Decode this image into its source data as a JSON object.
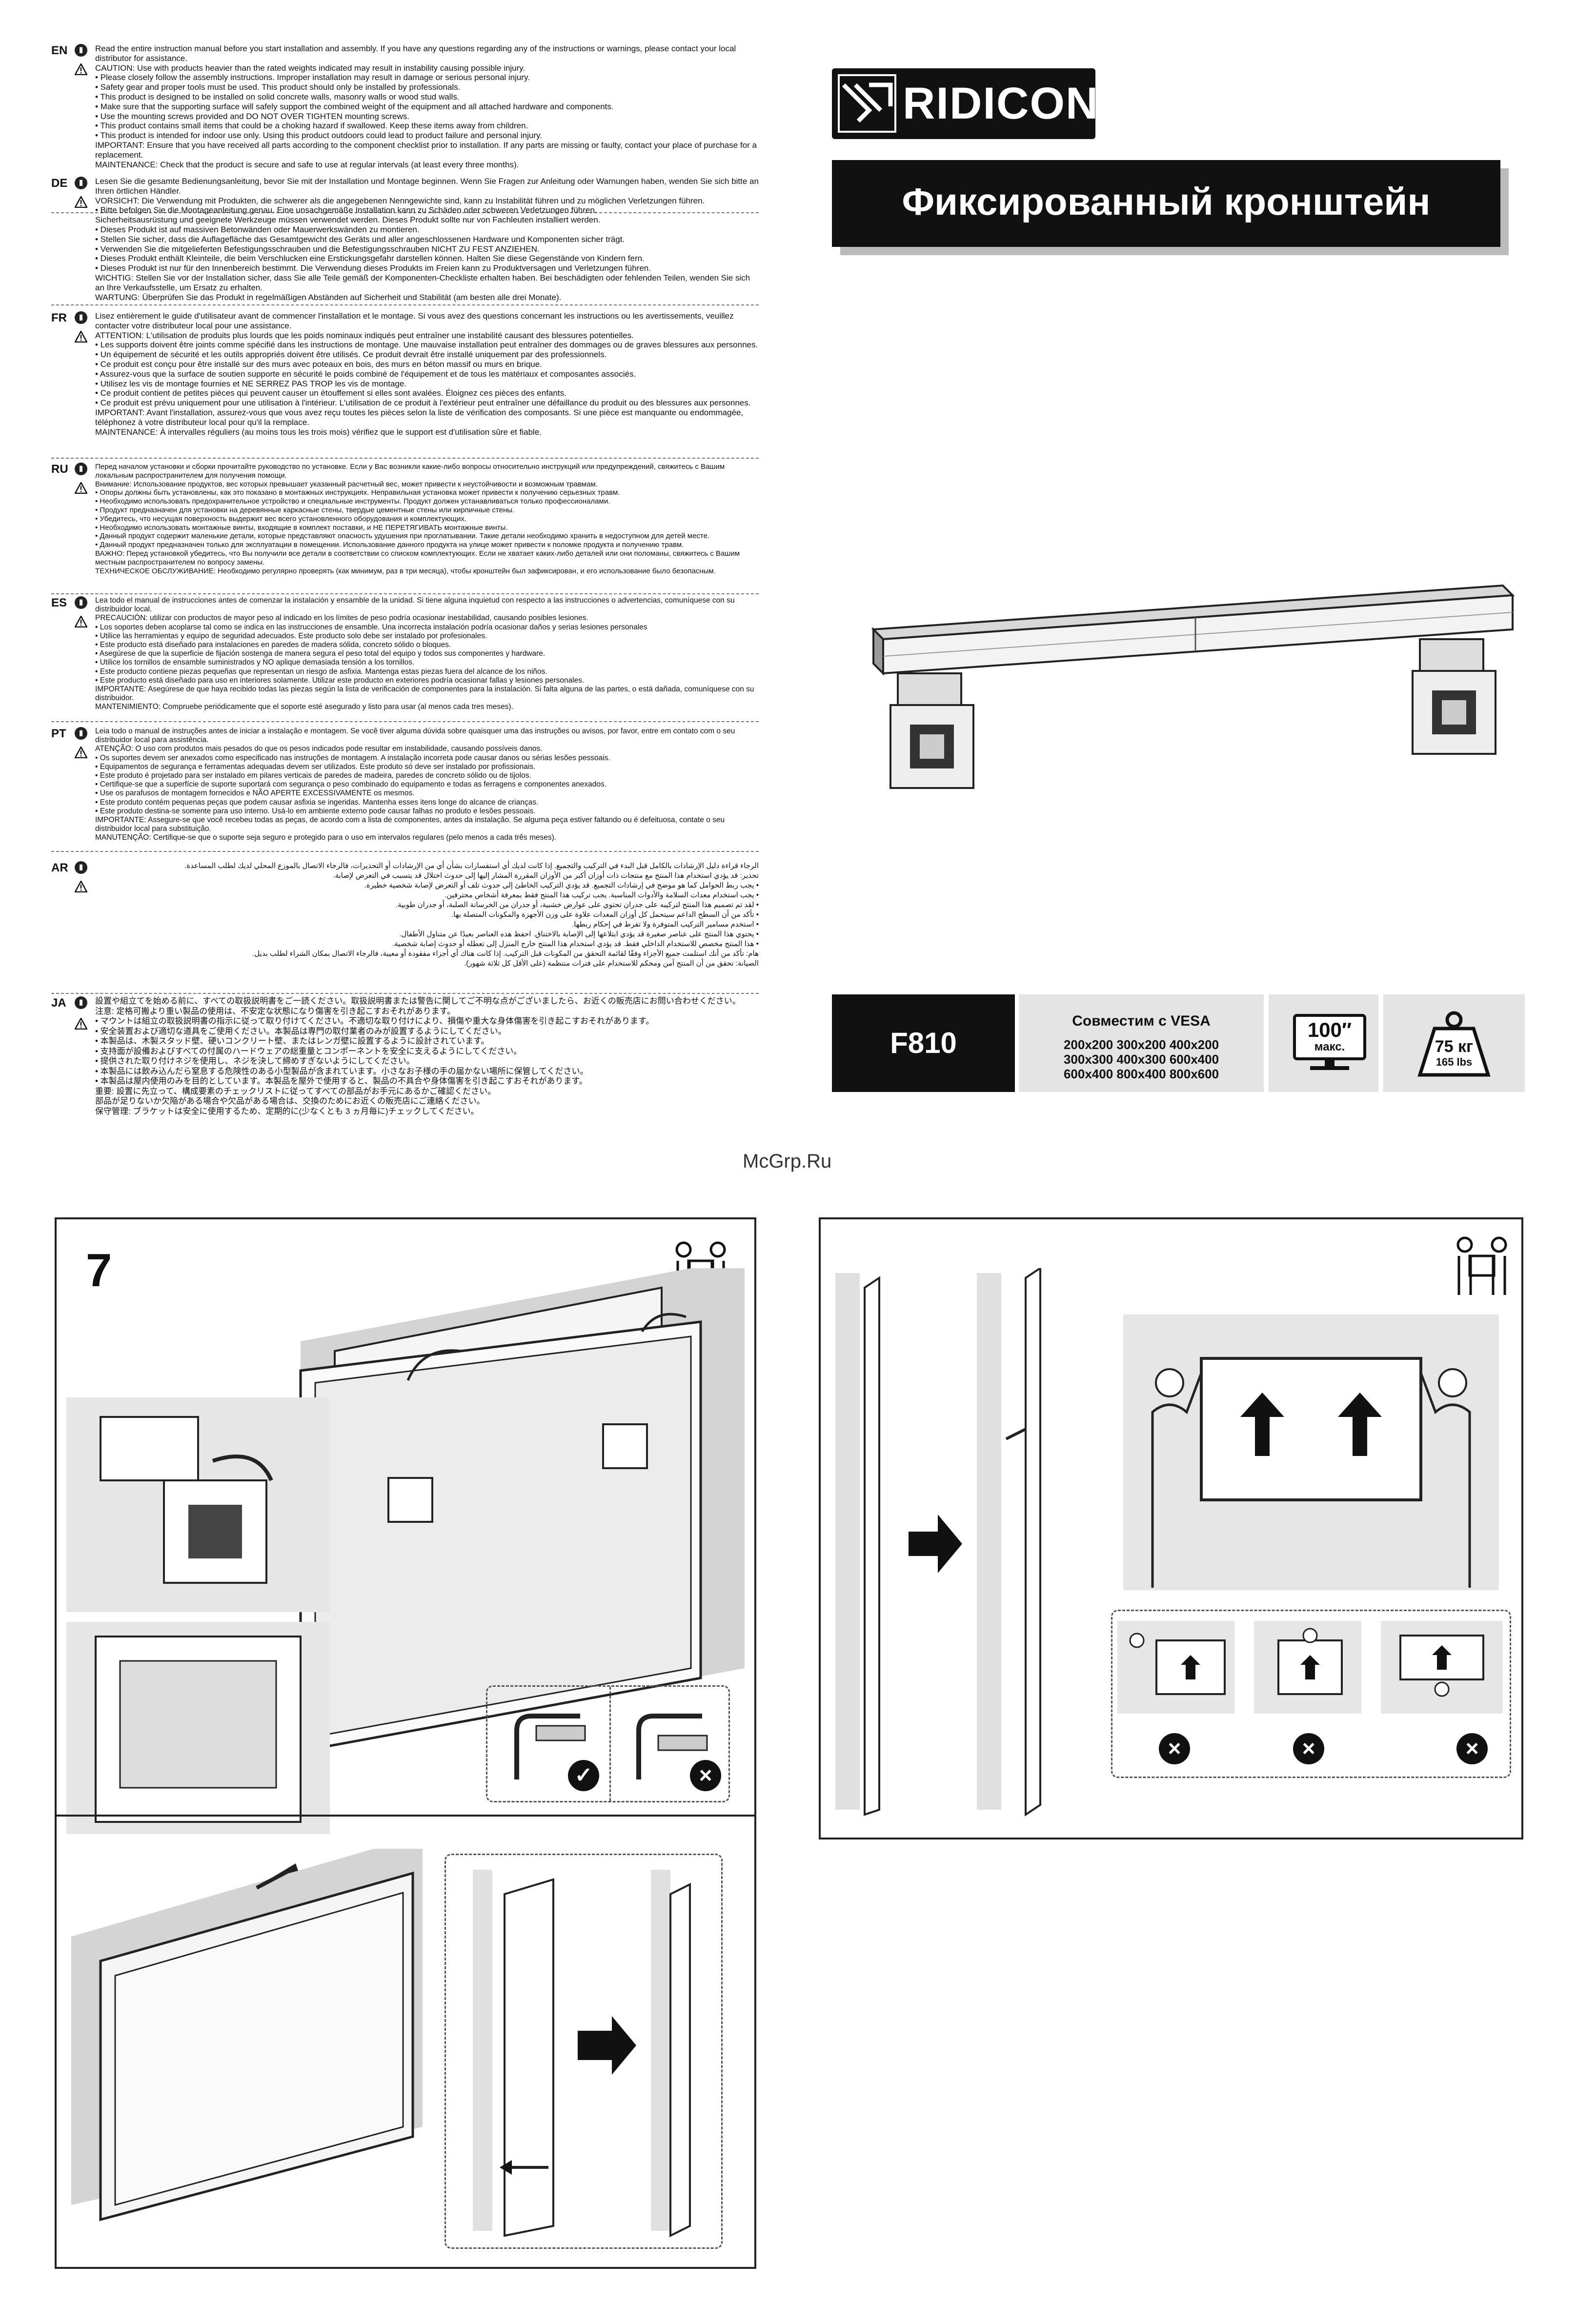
{
  "brand": {
    "name": "RIDICON"
  },
  "title": "Фиксированный кронштейн",
  "specs": {
    "model": "F810",
    "vesa_title": "Совместим с VESA",
    "vesa_lines": [
      "200x200 300x200 400x200",
      "300x300 400x300 600x400",
      "600x400 800x400 800x600"
    ],
    "tv_size": "100″",
    "tv_unit": "макс.",
    "weight_kg": "75 кг",
    "weight_lbs": "165 lbs"
  },
  "watermark": "McGrp.Ru",
  "step_number": "7",
  "languages": [
    {
      "code": "EN",
      "text": "Read the entire instruction manual before you start installation and assembly. If you have any questions regarding any of the instructions or warnings, please contact your local distributor for assistance.\nCAUTION: Use with products heavier than the rated weights indicated may result in instability causing possible injury.\n• Please closely follow the assembly instructions. Improper installation may result in damage or serious personal injury.\n• Safety gear and proper tools must be used. This product should only be installed by professionals.\n• This product is designed to be installed on solid concrete walls, masonry walls or wood stud walls.\n• Make sure that the supporting surface will safely support the combined weight of the equipment and all attached hardware and components.\n• Use the mounting screws provided and DO NOT OVER TIGHTEN mounting screws.\n• This product contains small items that could be a choking hazard if swallowed. Keep these items away from children.\n• This product is intended for indoor use only. Using this product outdoors could lead to product failure and personal injury.\nIMPORTANT: Ensure that you have received all parts according to the component checklist prior to installation. If any parts are missing or faulty, contact your place of purchase for a replacement.\nMAINTENANCE: Check that the product is secure and safe to use at regular intervals (at least every three months)."
    },
    {
      "code": "DE",
      "text": "Lesen Sie die gesamte Bedienungsanleitung, bevor Sie mit der Installation und Montage beginnen. Wenn Sie Fragen zur Anleitung oder Warnungen haben, wenden Sie sich bitte an Ihren örtlichen Händler.\nVORSICHT: Die Verwendung mit Produkten, die schwerer als die angegebenen Nenngewichte sind, kann zu Instabilität führen und zu möglichen Verletzungen führen.\n• Bitte befolgen Sie die Montageanleitung genau. Eine unsachgemäße Installation kann zu Schäden oder schweren Verletzungen führen.\n  Sicherheitsausrüstung und geeignete Werkzeuge müssen verwendet werden. Dieses Produkt sollte nur von Fachleuten installiert werden.\n• Dieses Produkt ist auf massiven Betonwänden oder Mauerwerkswänden zu montieren.\n• Stellen Sie sicher, dass die Auflagefläche das Gesamtgewicht des Geräts und aller angeschlossenen Hardware und Komponenten sicher trägt.\n• Verwenden Sie die mitgelieferten Befestigungsschrauben und die Befestigungsschrauben NICHT ZU FEST ANZIEHEN.\n• Dieses Produkt enthält Kleinteile, die beim Verschlucken eine Erstickungsgefahr darstellen können. Halten Sie diese Gegenstände von Kindern fern.\n• Dieses Produkt ist nur für den Innenbereich bestimmt. Die Verwendung dieses Produkts im Freien kann zu Produktversagen und Verletzungen führen.\nWICHTIG: Stellen Sie vor der Installation sicher, dass Sie alle Teile gemäß der Komponenten-Checkliste erhalten haben. Bei beschädigten oder fehlenden Teilen, wenden Sie sich an Ihre Verkaufsstelle, um Ersatz zu erhalten.\nWARTUNG: Überprüfen Sie das Produkt in regelmäßigen Abständen auf Sicherheit und Stabilität (am besten alle drei Monate)."
    },
    {
      "code": "FR",
      "text": "Lisez entièrement le guide d'utilisateur avant de commencer l'installation et le montage. Si vous avez des questions concernant les instructions ou les avertissements, veuillez contacter votre distributeur local pour une assistance.\nATTENTION: L'utilisation de produits plus lourds que les poids nominaux indiqués peut entraîner une instabilité causant des blessures potentielles.\n• Les supports doivent être joints comme spécifié dans les instructions de montage. Une mauvaise installation peut entraîner des dommages ou de graves blessures aux personnes.\n• Un équipement de sécurité et les outils appropriés doivent être utilisés. Ce produit devrait être installé uniquement par des professionnels.\n• Ce produit est conçu pour être installé sur des murs avec poteaux en bois, des murs en béton massif ou murs en brique.\n• Assurez-vous que la surface de soutien supporte en sécurité le poids combiné de l'équipement et de tous les matériaux et composantes associés.\n• Utilisez les vis de montage fournies et NE SERREZ PAS TROP les vis de montage.\n• Ce produit contient de petites pièces qui peuvent causer un étouffement si elles sont avalées. Éloignez ces pièces des enfants.\n• Ce produit est prévu uniquement pour une utilisation à l'intérieur. L'utilisation de ce produit à l'extérieur peut entraîner une défaillance du produit ou des blessures aux personnes.\nIMPORTANT: Avant l'installation, assurez-vous que vous avez reçu toutes les pièces selon la liste de vérification des composants. Si une pièce est manquante ou endommagée, téléphonez à votre distributeur local pour qu'il la remplace.\nMAINTENANCE: À intervalles réguliers (au moins tous les trois mois) vérifiez que le support est d'utilisation sûre et fiable."
    },
    {
      "code": "RU",
      "text": "Перед началом установки и сборки прочитайте руководство по установке. Если у Вас возникли какие-либо вопросы относительно инструкций или предупреждений, свяжитесь с Вашим локальным распространителем для получения помощи.\nВнимание: Использование продуктов, вес которых превышает указанный расчетный вес, может привести к неустойчивости и возможным травмам.\n• Опоры должны быть установлены, как это показано в монтажных инструкциях. Неправильная установка может привести к получению серьезных травм.\n• Необходимо использовать предохранительное устройство и специальные инструменты. Продукт должен устанавливаться только профессионалами.\n• Продукт предназначен для установки на деревянные каркасные стены, твердые цементные стены или кирпичные стены.\n• Убедитесь, что несущая поверхность выдержит вес всего установленного оборудования и комплектующих.\n• Необходимо использовать монтажные винты, входящие в комплект поставки, и НЕ ПЕРЕТЯГИВАТЬ монтажные винты.\n• Данный продукт содержит маленькие детали, которые представляют опасность удушения при проглатывании. Такие детали необходимо хранить в недоступном для детей месте.\n• Данный продукт предназначен только для эксплуатации в помещении. Использование данного продукта на улице может привести к поломке продукта и получению травм.\nВАЖНО: Перед установкой убедитесь, что Вы получили все детали в соответствии со списком комплектующих. Если не хватает каких-либо деталей или они поломаны, свяжитесь с Вашим местным распространителем по вопросу замены.\nТЕХНИЧЕСКОЕ ОБСЛУЖИВАНИЕ: Необходимо регулярно проверять (как минимум, раз в три месяца), чтобы кронштейн был зафиксирован, и его использование было безопасным."
    },
    {
      "code": "ES",
      "text": "Lea todo el manual de instrucciones antes de comenzar la instalación y ensamble de la unidad. Si tiene alguna inquietud con respecto a las instrucciones o advertencias, comuníquese con su distribuidor local.\nPRECAUCIÓN: utilizar con productos de mayor peso al indicado en los límites de peso podría ocasionar inestabilidad, causando posibles lesiones.\n• Los soportes deben acoplarse tal como se indica en las instrucciones de ensamble. Una incorrecta instalación podría ocasionar daños y serias lesiones personales\n• Utilice las herramientas y equipo de seguridad adecuados. Este producto solo debe ser instalado por profesionales.\n• Este producto está diseñado para instalaciones en paredes de madera sólida, concreto sólido o bloques.\n• Asegúrese de que la superficie de fijación sostenga de manera segura el peso total del equipo y todos sus componentes y hardware.\n• Utilice los tornillos de ensamble suministrados y NO aplique demasiada tensión a los tornillos.\n• Este producto contiene piezas pequeñas que representan un riesgo de asfixia. Mantenga estas piezas fuera del alcance de los niños.\n• Este producto está diseñado para uso en interiores solamente. Utilizar este producto en exteriores podría ocasionar fallas y lesiones personales.\nIMPORTANTE: Asegúrese de que haya recibido todas las piezas según la lista de verificación de componentes para la instalación. Si falta alguna de las partes, o está dañada, comuníquese con su distribuidor.\nMANTENIMIENTO: Compruebe periódicamente que el soporte esté asegurado y listo para usar (al menos cada tres meses)."
    },
    {
      "code": "PT",
      "text": "Leia todo o manual de instruções antes de iniciar a instalação e montagem. Se você tiver alguma dúvida sobre quaisquer uma das instruções ou avisos, por favor, entre em contato com o seu distribuidor local para assistência.\nATENÇÃO: O uso com produtos mais pesados do que os pesos indicados pode resultar em instabilidade, causando possíveis danos.\n• Os suportes devem ser anexados como especificado nas instruções de montagem. A instalação incorreta pode causar danos ou sérias lesões pessoais.\n• Equipamentos de segurança e ferramentas adequadas devem ser utilizados. Este produto só deve ser instalado por profissionais.\n• Este produto é projetado para ser instalado em pilares verticais de paredes de madeira, paredes de concreto sólido ou de tijolos.\n• Certifique-se que a superfície de suporte suportará com segurança o peso combinado do equipamento e todas as ferragens e componentes anexados.\n• Use os parafusos de montagem fornecidos e NÃO APERTE EXCESSIVAMENTE os mesmos.\n• Este produto contém pequenas peças que podem causar asfixia se ingeridas. Mantenha esses itens longe do alcance de crianças.\n• Este produto destina-se somente para uso interno. Usá-lo em ambiente externo pode causar falhas no produto e lesões pessoais.\nIMPORTANTE: Assegure-se que você recebeu todas as peças, de acordo com a lista de componentes, antes da instalação. Se alguma peça estiver faltando ou é defeituosa, contate o seu distribuidor local para substituição.\nMANUTENÇÃO: Certifique-se que o suporte seja seguro e protegido para o uso em intervalos regulares (pelo menos a cada três meses)."
    },
    {
      "code": "AR",
      "text": "الرجاء قراءة دليل الإرشادات بالكامل قبل البدء في التركيب والتجميع. إذا كانت لديك أي استفسارات بشأن أي من الإرشادات أو التحذيرات، فالرجاء الاتصال بالموزع المحلي لديك لطلب المساعدة.\nتحذير: قد يؤدي استخدام هذا المنتج مع منتجات ذات أوزان أكبر من الأوزان المقررة المشار إليها إلى حدوث اختلال قد يتسبب في التعرض لإصابة.\n• يجب ربط الحوامل كما هو موضح في إرشادات التجميع. قد يؤدي التركيب الخاطئ إلى حدوث تلف أو التعرض لإصابة شخصية خطيرة.\n• يجب استخدام معدات السلامة والأدوات المناسبة. يجب تركيب هذا المنتج فقط بمعرفة أشخاص محترفين.\n• لقد تم تصميم هذا المنتج لتركيبه على جدران تحتوي على عوارض خشبية، أو جدران من الخرسانة الصلبة، أو جدران طوبية.\n• تأكد من أن السطح الداعم سيتحمل كل أوزان المعدات علاوة على وزن الأجهزة والمكونات المتصلة بها.\n• استخدم مسامير التركيب المتوفرة ولا تفرط في إحكام ربطها.\n• يحتوي هذا المنتج على عناصر صغيرة قد يؤدي ابتلاعها إلى الإصابة بالاختناق. احفظ هذه العناصر بعيدًا عن متناول الأطفال.\n• هذا المنتج مخصص للاستخدام الداخلي فقط. قد يؤدي استخدام هذا المنتج خارج المنزل إلى تعطله أو حدوث إصابة شخصية.\nهام: تأكد من أنك استلمت جميع الأجزاء وفقًا لقائمة التحقق من المكونات قبل التركيب. إذا كانت هناك أي أجزاء مفقودة أو معيبة، فالرجاء الاتصال بمكان الشراء لطلب بديل.\nالصيانة: تحقق من أن المنتج آمن ومحكم للاستخدام على فترات منتظمة (على الأقل كل ثلاثة شهور)."
    },
    {
      "code": "JA",
      "text": "設置や組立てを始める前に、すべての取扱説明書をご一読ください。取扱説明書または警告に関してご不明な点がございましたら、お近くの販売店にお問い合わせください。\n注意: 定格可搬より重い製品の使用は、不安定な状態になり傷害を引き起こすおそれがあります。\n• マウントは組立の取扱説明書の指示に従って取り付けてください。不適切な取り付けにより、損傷や重大な身体傷害を引き起こすおそれがあります。\n• 安全装置および適切な道具をご使用ください。本製品は専門の取付業者のみが設置するようにしてください。\n• 本製品は、木製スタッド壁、硬いコンクリート壁、またはレンガ壁に設置するように設計されています。\n• 支持面が設備およびすべての付属のハードウェアの総重量とコンポーネントを安全に支えるようにしてください。\n• 提供された取り付けネジを使用し、ネジを決して締めすぎないようにしてください。\n• 本製品には飲み込んだら窒息する危険性のある小型製品が含まれています。小さなお子様の手の届かない場所に保管してください。\n• 本製品は屋内使用のみを目的としています。本製品を屋外で使用すると、製品の不具合や身体傷害を引き起こすおそれがあります。\n重要: 設置に先立って、構成要素のチェックリストに従ってすべての部品がお手元にあるかご確認ください。\n部品が足りないか欠陥がある場合や欠品がある場合は、交換のためにお近くの販売店にご連絡ください。\n保守管理: ブラケットは安全に使用するため、定期的に(少なくとも 3 ヵ月毎に)チェックしてください。"
    }
  ]
}
